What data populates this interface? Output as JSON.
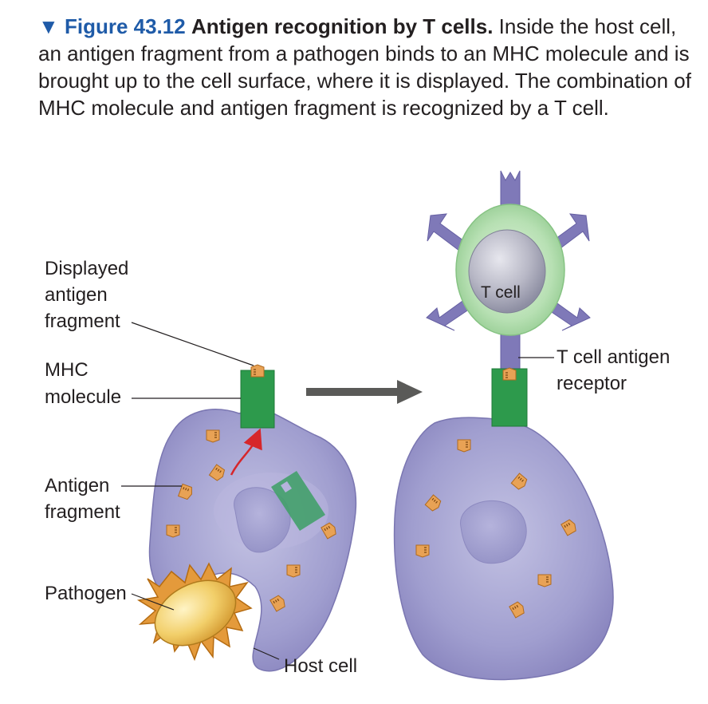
{
  "caption": {
    "marker": "▼",
    "figure_number": "Figure 43.12",
    "title": "Antigen recognition by T cells.",
    "text": "Inside the host cell, an antigen fragment from a pathogen binds to an MHC molecule and is brought up to the cell surface, where it is displayed. The combination of MHC molecule and antigen fragment is recognized by a T cell."
  },
  "labels": {
    "displayed_antigen": [
      "Displayed",
      "antigen",
      "fragment"
    ],
    "mhc": [
      "MHC",
      "molecule"
    ],
    "antigen_fragment": [
      "Antigen",
      "fragment"
    ],
    "pathogen": "Pathogen",
    "host_cell": "Host cell",
    "t_cell": "T cell",
    "tcr": [
      "T cell antigen",
      "receptor"
    ]
  },
  "colors": {
    "figure_blue": "#1f5ba8",
    "host_cell": "#9b98c9",
    "mhc_green": "#2d9a4c",
    "antigen_orange": "#e8a255",
    "t_cell_green": "#b9e1b6",
    "receptor_purple": "#7f79b8",
    "arrow_red": "#d6262b",
    "process_arrow": "#5a5a58",
    "pathogen_yellow": "#f2cf6a"
  }
}
